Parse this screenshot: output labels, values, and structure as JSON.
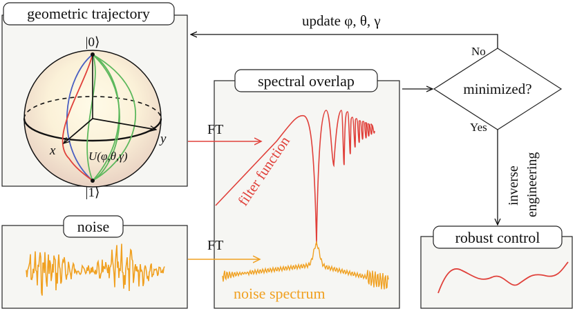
{
  "panels": {
    "geometric": {
      "title": "geometric trajectory"
    },
    "noise": {
      "title": "noise"
    },
    "spectral": {
      "title": "spectral overlap"
    },
    "robust": {
      "title": "robust control"
    }
  },
  "decision": {
    "question": "minimized?",
    "no_label": "No",
    "yes_label": "Yes"
  },
  "update_label": "update φ, θ, γ",
  "inverse_label_line1": "inverse",
  "inverse_label_line2": "engineering",
  "ft_top": "FT",
  "ft_bottom": "FT",
  "sphere": {
    "ket0": "|0⟩",
    "ket1": "|1⟩",
    "x_axis": "x",
    "y_axis": "y",
    "unitary": "U(φ,θ,γ)"
  },
  "spectrum": {
    "filter_label": "filter function",
    "noise_label": "noise spectrum"
  },
  "colors": {
    "filter": "#e0403a",
    "noise": "#f0a020",
    "trajectory_green": "#5cb85c",
    "trajectory_blue": "#4a5fc1",
    "panel_bg": "#f6f6f3"
  }
}
